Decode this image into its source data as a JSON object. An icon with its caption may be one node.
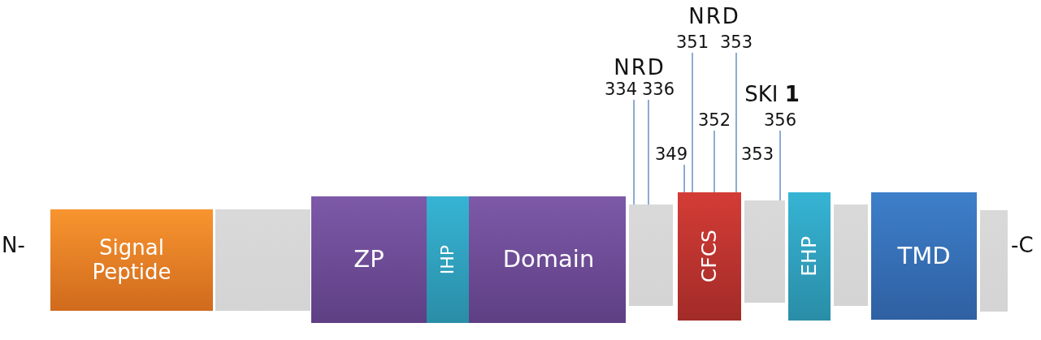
{
  "diagram": {
    "nodes": [
      {
        "text": [
          "351"
        ]
      },
      {
        "text": [
          "353"
        ]
      },
      {
        "text": [
          "334"
        ]
      },
      {
        "text": [
          "336"
        ]
      },
      {
        "text": [
          "352"
        ]
      },
      {
        "text": [
          "356"
        ]
      },
      {
        "text": [
          "349"
        ]
      },
      {
        "text": [
          "Signal Peptide"
        ]
      },
      {
        "text": [],
        "shape": "box"
      },
      {
        "text": [
          "ZP",
          "Domain"
        ]
      },
      {
        "text": [
          "IHP"
        ],
        "in": 9
      },
      {
        "text": [],
        "shape": "box"
      },
      {
        "text": [
          "CFCS"
        ]
      },
      {
        "text": [],
        "shape": "box"
      },
      {
        "text": [
          "EHP"
        ]
      },
      {
        "text": [],
        "shape": "box"
      },
      {
        "text": [
          "TMD"
        ]
      },
      {
        "text": [],
        "shape": "box"
      }
    ],
    "edges": [
      {
        "from": 0,
        "to": 12,
        "arrow": "none"
      },
      {
        "from": 1,
        "to": 12,
        "arrow": "none"
      },
      {
        "from": 2,
        "to": 11,
        "arrow": "none"
      },
      {
        "from": 3,
        "to": 11,
        "arrow": "none"
      },
      {
        "from": 4,
        "to": 12,
        "arrow": "none"
      },
      {
        "from": 5,
        "to": 13,
        "arrow": "none"
      },
      {
        "from": 6,
        "to": 12,
        "arrow": "none"
      }
    ],
    "labels": [
      "NRD",
      "NRD",
      "SKI **1**",
      "353",
      "N-",
      "-C"
    ]
  }
}
